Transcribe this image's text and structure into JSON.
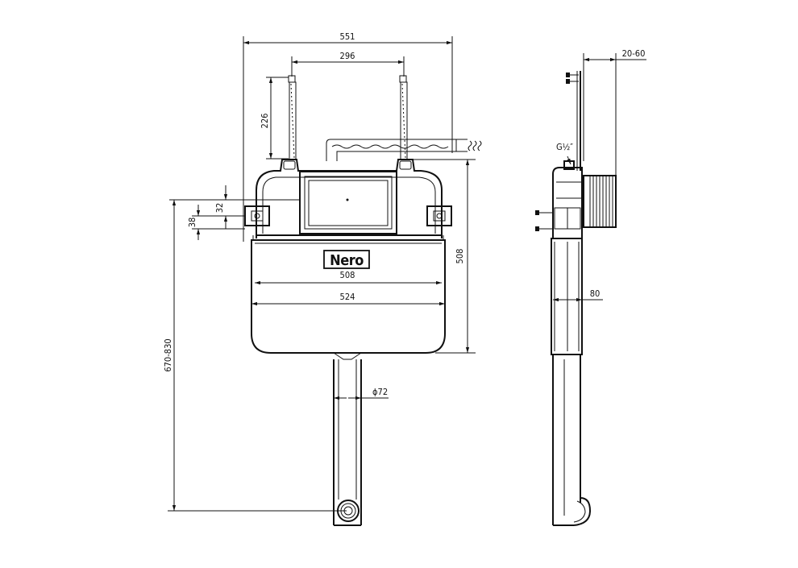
{
  "brand": {
    "logo_text": "Nero"
  },
  "front_view": {
    "dimensions": {
      "overall_width": "551",
      "bracket_spacing": "296",
      "bracket_height": "226",
      "offset_32": "32",
      "offset_38": "38",
      "inner_width": "508",
      "outer_width": "524",
      "cistern_height": "508",
      "total_height": "670-830",
      "pipe_diameter": "ϕ72"
    }
  },
  "side_view": {
    "dimensions": {
      "wall_gap": "20-60",
      "inlet_thread": "G½″",
      "depth": "80"
    }
  }
}
